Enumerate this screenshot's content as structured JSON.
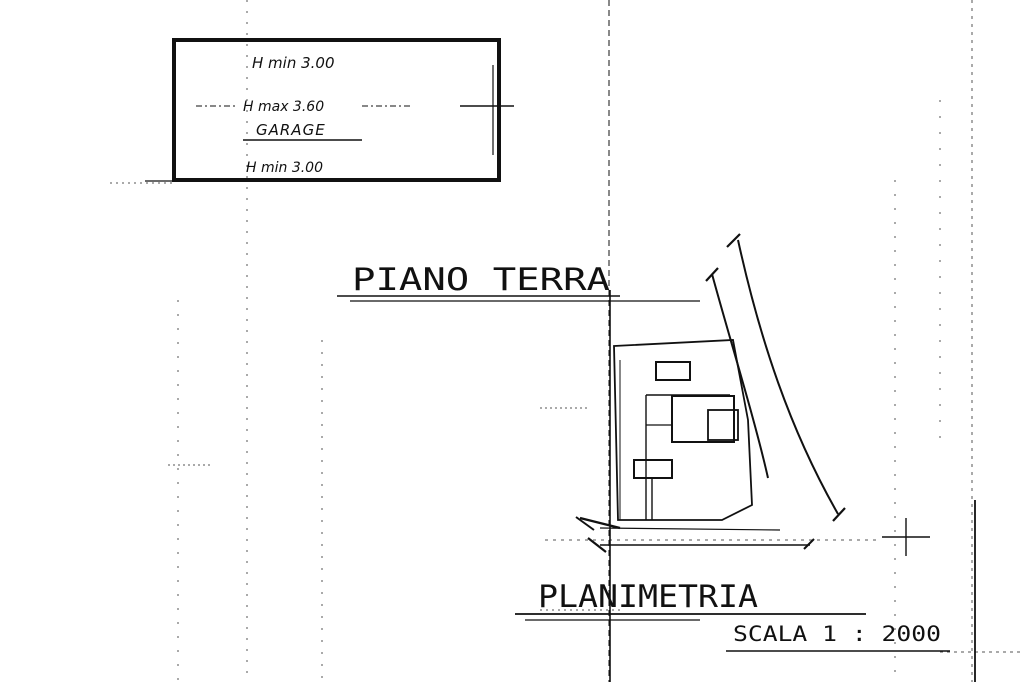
{
  "garage": {
    "h_top": "H min  3.00",
    "h_mid": "H max  3.60",
    "name": "GARAGE",
    "h_bottom": "H min  3.00"
  },
  "floor_title": "PIANO   TERRA",
  "plan": {
    "title": "PLANIMETRIA",
    "scale": "SCALA  1 : 2000"
  },
  "colors": {
    "ink": "#111111",
    "paper": "#ffffff"
  }
}
